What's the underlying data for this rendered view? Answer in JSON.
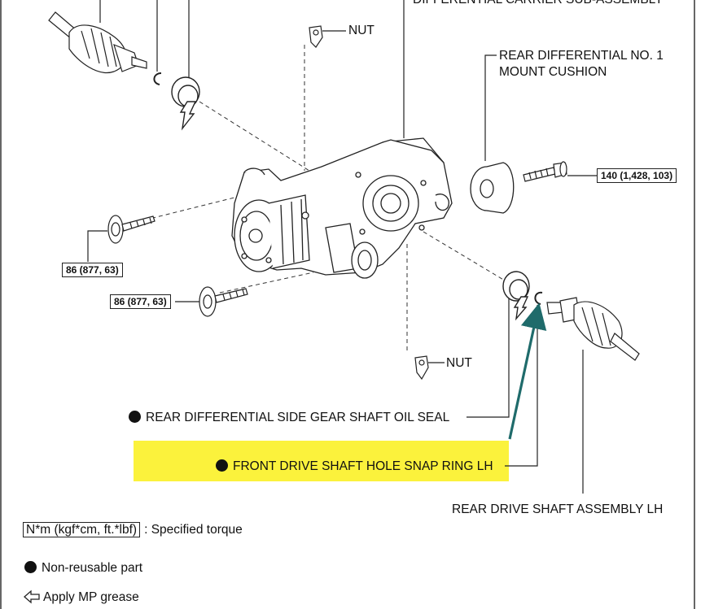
{
  "labels": {
    "carrier": "DIFFERENTIAL CARRIER SUB-ASSEMBLY",
    "nut_top": "NUT",
    "mount_cushion_line1": "REAR DIFFERENTIAL NO. 1",
    "mount_cushion_line2": "MOUNT CUSHION",
    "nut_bottom": "NUT",
    "oil_seal": "REAR DIFFERENTIAL SIDE GEAR SHAFT OIL SEAL",
    "snap_ring": "FRONT DRIVE SHAFT HOLE SNAP RING LH",
    "drive_shaft": "REAR DRIVE SHAFT ASSEMBLY LH"
  },
  "torques": {
    "cushion_bolt": "140 (1,428, 103)",
    "left_bolt_upper": "86 (877, 63)",
    "left_bolt_lower": "86 (877, 63)"
  },
  "legend": {
    "torque_box": "N*m (kgf*cm, ft.*lbf)",
    "torque_text": ": Specified torque",
    "nonreusable": "Non-reusable part",
    "grease": "Apply MP grease"
  },
  "colors": {
    "highlight": "#fbf23c",
    "arrow": "#1f6b6b"
  }
}
